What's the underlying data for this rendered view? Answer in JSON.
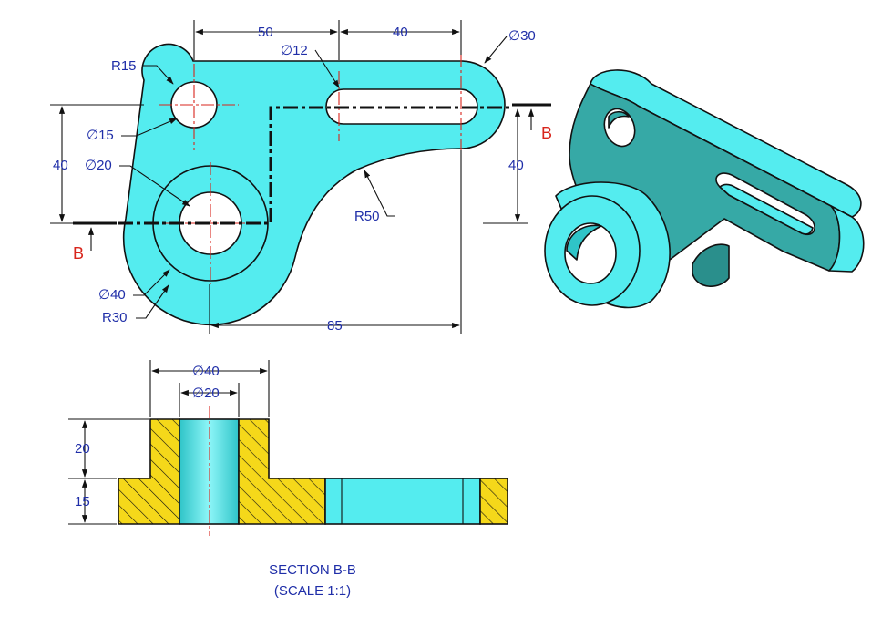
{
  "colors": {
    "part_fill": "#54ecef",
    "part_shade": "#36a9a6",
    "section_hatch": "#f5d81a",
    "dimension_text": "#1f2ea8",
    "center_line": "#d8251c",
    "cut_label": "#d8251c"
  },
  "top_view": {
    "dims": {
      "width_50": "50",
      "width_40": "40",
      "slot_dia": "∅12",
      "end_dia": "∅30",
      "small_radius": "R15",
      "small_hole": "∅15",
      "hole": "∅20",
      "height_left": "40",
      "height_right": "40",
      "fillet": "R50",
      "boss_dia": "∅40",
      "boss_radius": "R30",
      "length_85": "85"
    },
    "cut_label_left": "B",
    "cut_label_right": "B"
  },
  "section_view": {
    "dims": {
      "boss_dia": "∅40",
      "hole_dia": "∅20",
      "boss_height": "20",
      "plate_height": "15"
    },
    "caption_line1": "SECTION B-B",
    "caption_line2": "(SCALE 1:1)"
  }
}
